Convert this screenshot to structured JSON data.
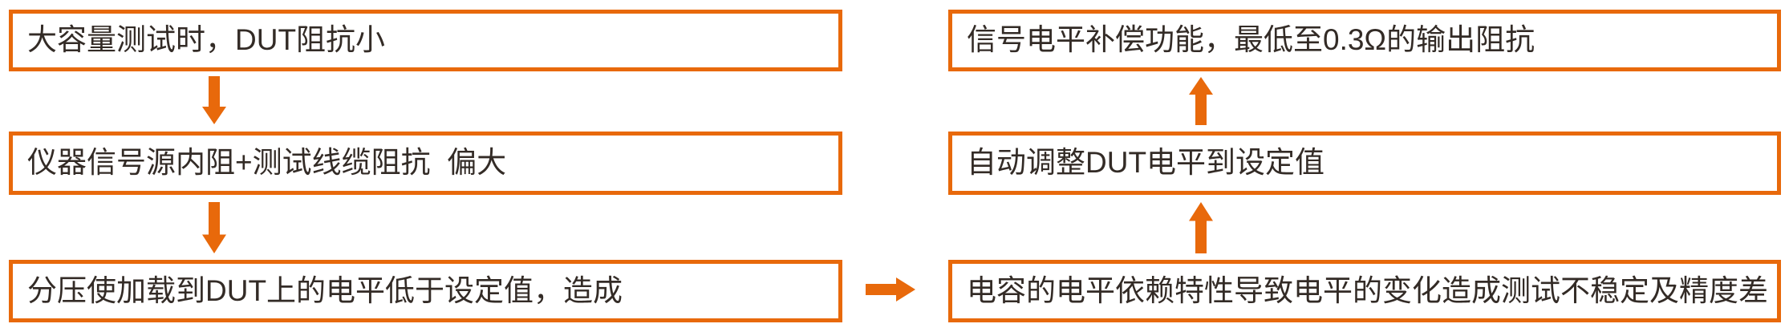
{
  "colors": {
    "accent_orange": "#E8690B",
    "text_dark": "#332B26",
    "background": "#FFFFFF"
  },
  "diagram": {
    "type": "flowchart",
    "left_column": {
      "flow_direction": "down",
      "boxes": [
        {
          "label": "大容量测试时，DUT阻抗小"
        },
        {
          "label": "仪器信号源内阻+测试线缆阻抗  偏大"
        },
        {
          "label": "分压使加载到DUT上的电平低于设定值，造成"
        }
      ]
    },
    "right_column": {
      "flow_direction": "up",
      "boxes": [
        {
          "label": "信号电平补偿功能，最低至0.3Ω的输出阻抗"
        },
        {
          "label": "自动调整DUT电平到设定值"
        },
        {
          "label": "电容的电平依赖特性导致电平的变化造成测试不稳定及精度差"
        }
      ]
    },
    "arrows": [
      {
        "direction": "down",
        "from": "left-box-1",
        "to": "left-box-2"
      },
      {
        "direction": "down",
        "from": "left-box-2",
        "to": "left-box-3"
      },
      {
        "direction": "right",
        "from": "left-box-3",
        "to": "right-box-3"
      },
      {
        "direction": "up",
        "from": "right-box-3",
        "to": "right-box-2"
      },
      {
        "direction": "up",
        "from": "right-box-2",
        "to": "right-box-1"
      }
    ]
  }
}
